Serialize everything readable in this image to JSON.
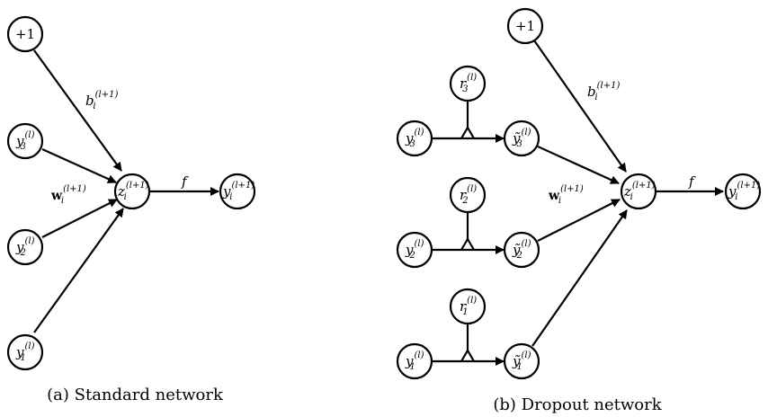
{
  "captions": {
    "a": "(a) Standard network",
    "b": "(b) Dropout network"
  },
  "standard": {
    "bias_node": "+1",
    "inputs": [
      {
        "base": "y",
        "sub": "3",
        "sup": "(l)"
      },
      {
        "base": "y",
        "sub": "2",
        "sup": "(l)"
      },
      {
        "base": "y",
        "sub": "1",
        "sup": "(l)"
      }
    ],
    "sum_node": {
      "base": "z",
      "sub": "i",
      "sup": "(l+1)"
    },
    "output_node": {
      "base": "y",
      "sub": "i",
      "sup": "(l+1)"
    },
    "bias_label": {
      "base": "b",
      "sub": "i",
      "sup": "(l+1)"
    },
    "weight_label": {
      "base": "w",
      "sub": "i",
      "sup": "(l+1)"
    },
    "activation_label": "f"
  },
  "dropout": {
    "bias_node": "+1",
    "inputs": [
      {
        "base": "y",
        "sub": "3",
        "sup": "(l)"
      },
      {
        "base": "y",
        "sub": "2",
        "sup": "(l)"
      },
      {
        "base": "y",
        "sub": "1",
        "sup": "(l)"
      }
    ],
    "masks": [
      {
        "base": "r",
        "sub": "3",
        "sup": "(l)"
      },
      {
        "base": "r",
        "sub": "2",
        "sup": "(l)"
      },
      {
        "base": "r",
        "sub": "1",
        "sup": "(l)"
      }
    ],
    "thinned": [
      {
        "base": "ỹ",
        "sub": "3",
        "sup": "(l)"
      },
      {
        "base": "ỹ",
        "sub": "2",
        "sup": "(l)"
      },
      {
        "base": "ỹ",
        "sub": "1",
        "sup": "(l)"
      }
    ],
    "sum_node": {
      "base": "z",
      "sub": "i",
      "sup": "(l+1)"
    },
    "output_node": {
      "base": "y",
      "sub": "i",
      "sup": "(l+1)"
    },
    "bias_label": {
      "base": "b",
      "sub": "i",
      "sup": "(l+1)"
    },
    "weight_label": {
      "base": "w",
      "sub": "i",
      "sup": "(l+1)"
    },
    "activation_label": "f"
  }
}
